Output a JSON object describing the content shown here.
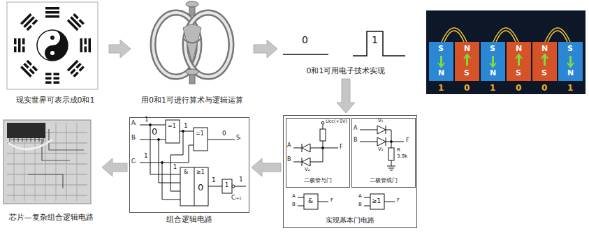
{
  "diagram": {
    "nodes": [
      {
        "text": [
          "现实世界可表示成0和1"
        ]
      },
      {
        "text": [
          "用0和1可进行算术与逻辑运算"
        ]
      },
      {
        "text": [
          "0和1可用电子技术实现"
        ]
      },
      {
        "text": [
          "实现基本门电路"
        ]
      },
      {
        "text": [
          "二极管与门"
        ],
        "in": 3
      },
      {
        "text": [
          "二极管或门"
        ],
        "in": 3
      },
      {
        "text": [
          "组合逻辑电路"
        ]
      },
      {
        "text": [
          "芯片—复杂组合逻辑电路"
        ]
      }
    ],
    "edges": [
      {
        "from": 0,
        "to": 1,
        "arrow": "to"
      },
      {
        "from": 1,
        "to": 2,
        "arrow": "to"
      },
      {
        "from": 2,
        "to": 3,
        "arrow": "to"
      },
      {
        "from": 3,
        "to": 6,
        "arrow": "to"
      },
      {
        "from": 6,
        "to": 7,
        "arrow": "to"
      }
    ],
    "labels": [
      "0",
      "1",
      "Ucc(+5V)",
      "A",
      "B",
      "F",
      "V₂",
      "V₁",
      "A",
      "B",
      "V₂",
      "F",
      "R",
      "3.9k",
      "A",
      "B",
      "&",
      "F",
      "A",
      "B",
      "≥1",
      "F",
      "Aᵢ",
      "Bᵢ",
      "Cᵢ",
      "1",
      "0",
      "=1",
      "1",
      "=1",
      "0",
      "Sᵢ",
      "1",
      "&",
      "≥1",
      "1",
      "0",
      "1",
      "1",
      "1",
      "Cᵢ₊₁",
      "S",
      "N",
      "N",
      "S",
      "S",
      "N",
      "N",
      "S",
      "N",
      "S",
      "S",
      "N",
      "1",
      "0",
      "1",
      "0",
      "0",
      "1"
    ]
  }
}
